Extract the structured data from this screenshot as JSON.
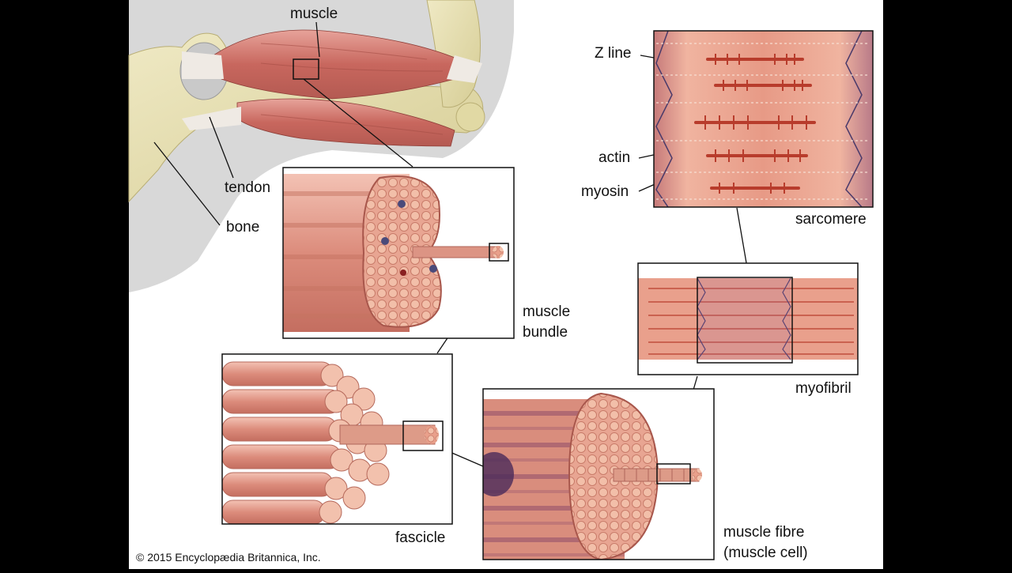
{
  "labels": {
    "muscle": "muscle",
    "tendon": "tendon",
    "bone": "bone",
    "muscle_bundle_line1": "muscle",
    "muscle_bundle_line2": "bundle",
    "fascicle": "fascicle",
    "muscle_fibre_line1": "muscle fibre",
    "muscle_fibre_line2": "(muscle cell)",
    "myofibril": "myofibril",
    "sarcomere": "sarcomere",
    "z_line": "Z line",
    "actin": "actin",
    "myosin": "myosin"
  },
  "copyright": "© 2015 Encyclopædia Britannica, Inc.",
  "colors": {
    "background": "#000000",
    "canvas": "#ffffff",
    "bone": "#e8e2b5",
    "muscle": "#d9847a",
    "muscle_dark": "#b55a52",
    "tendon": "#f0ece8",
    "fibre": "#e8a090",
    "myofibril_line": "#b83c2c",
    "z_line": "#4a3a6a"
  }
}
